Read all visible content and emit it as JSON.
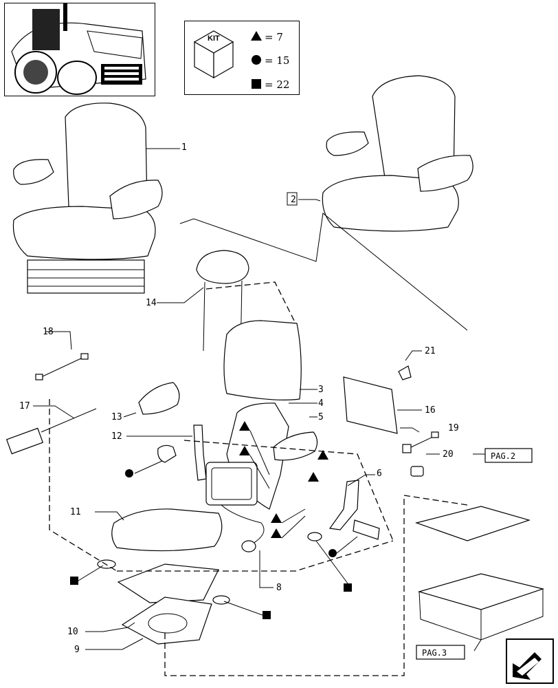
{
  "kit": {
    "label": "KIT",
    "items": [
      {
        "symbol": "triangle",
        "value": "= 7"
      },
      {
        "symbol": "circle",
        "value": "= 15"
      },
      {
        "symbol": "square",
        "value": "= 22"
      }
    ]
  },
  "callouts": {
    "c1": "1",
    "c2": "2",
    "c3": "3",
    "c4": "4",
    "c5": "5",
    "c6": "6",
    "c8": "8",
    "c9": "9",
    "c10": "10",
    "c11": "11",
    "c12": "12",
    "c13": "13",
    "c14": "14",
    "c16": "16",
    "c17": "17",
    "c18": "18",
    "c19": "19",
    "c20": "20",
    "c21": "21"
  },
  "page_refs": {
    "pag2": "PAG.2",
    "pag3": "PAG.3"
  },
  "nav": {
    "icon": "next-page-arrow-icon"
  }
}
